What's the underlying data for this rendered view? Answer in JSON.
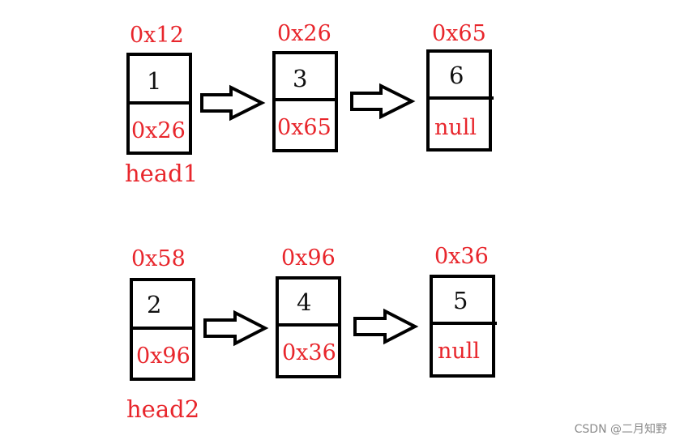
{
  "lists": [
    {
      "head_label": "head1",
      "nodes": [
        {
          "address": "0x12",
          "value": "1",
          "next": "0x26"
        },
        {
          "address": "0x26",
          "value": "3",
          "next": "0x65"
        },
        {
          "address": "0x65",
          "value": "6",
          "next": "null"
        }
      ]
    },
    {
      "head_label": "head2",
      "nodes": [
        {
          "address": "0x58",
          "value": "2",
          "next": "0x96"
        },
        {
          "address": "0x96",
          "value": "4",
          "next": "0x36"
        },
        {
          "address": "0x36",
          "value": "5",
          "next": "null"
        }
      ]
    }
  ],
  "watermark": "CSDN @二月知野",
  "colors": {
    "label_red": "#e8262c",
    "stroke": "#000000"
  }
}
